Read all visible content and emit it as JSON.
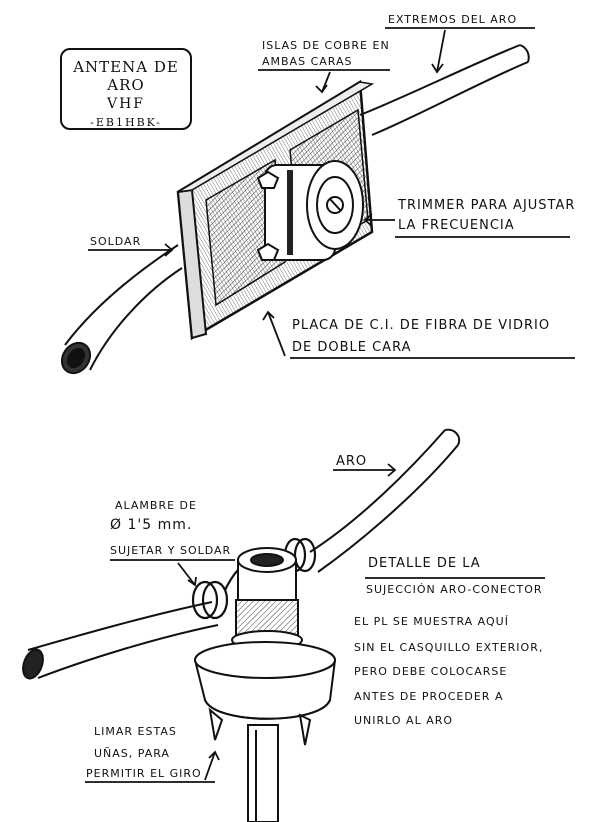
{
  "title": {
    "line1": "ANTENA DE ARO",
    "line2": "VHF",
    "line3": "-EB1HBK-"
  },
  "top_labels": {
    "islas1": "ISLAS DE COBRE EN",
    "islas2": "AMBAS CARAS",
    "extremos": "EXTREMOS DEL ARO",
    "trimmer1": "TRIMMER PARA AJUSTAR",
    "trimmer2": "LA FRECUENCIA",
    "soldar": "SOLDAR",
    "placa1": "PLACA DE C.I. DE FIBRA DE VIDRIO",
    "placa2": "DE DOBLE CARA"
  },
  "bottom_labels": {
    "aro": "ARO",
    "alambre1": "ALAMBRE DE",
    "alambre2": "Ø 1'5 mm.",
    "alambre3": "SUJETAR Y SOLDAR",
    "detalle1": "DETALLE DE LA",
    "detalle2": "SUJECCIÓN ARO-CONECTOR",
    "note1": "EL PL SE MUESTRA AQUÍ",
    "note2": "SIN EL CASQUILLO EXTERIOR,",
    "note3": "PERO DEBE COLOCARSE",
    "note4": "ANTES DE PROCEDER A",
    "note5": "UNIRLO AL ARO",
    "limar1": "LIMAR ESTAS",
    "limar2": "UÑAS, PARA",
    "limar3": "PERMITIR EL GIRO"
  }
}
